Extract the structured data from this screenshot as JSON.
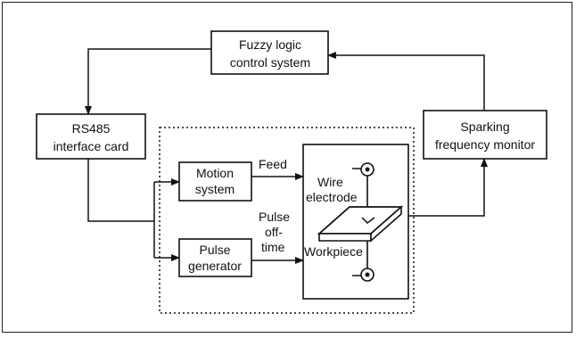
{
  "blocks": {
    "fuzzy": {
      "line1": "Fuzzy logic",
      "line2": "control system"
    },
    "rs485": {
      "line1": "RS485",
      "line2": "interface card"
    },
    "sparking": {
      "line1": "Sparking",
      "line2": "frequency monitor"
    },
    "motion": {
      "line1": "Motion",
      "line2": "system"
    },
    "pulse": {
      "line1": "Pulse",
      "line2": "generator"
    }
  },
  "labels": {
    "feed": "Feed",
    "pulse_off_1": "Pulse",
    "pulse_off_2": "off-",
    "pulse_off_3": "time",
    "wire_1": "Wire",
    "wire_2": "electrode",
    "workpiece": "Workpiece"
  }
}
